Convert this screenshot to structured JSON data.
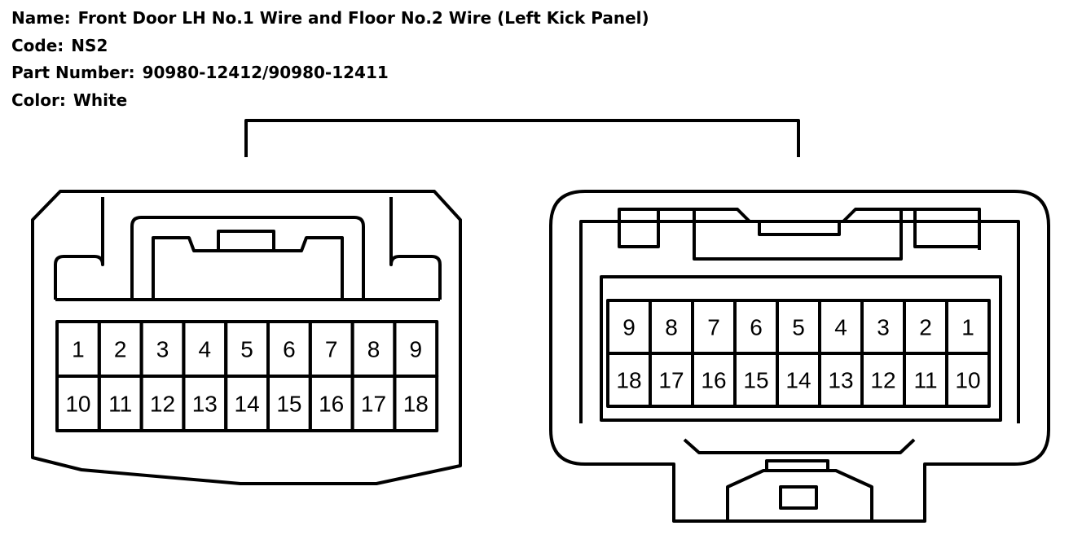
{
  "info": {
    "name_label": "Name:",
    "name_value": "Front Door LH No.1 Wire and Floor No.2 Wire (Left Kick Panel)",
    "code_label": "Code:",
    "code_value": "NS2",
    "part_label": "Part Number:",
    "part_value": "90980-12412/90980-12411",
    "color_label": "Color:",
    "color_value": "White"
  },
  "left_connector": {
    "top_row": [
      "1",
      "2",
      "3",
      "4",
      "5",
      "6",
      "7",
      "8",
      "9"
    ],
    "bottom_row": [
      "10",
      "11",
      "12",
      "13",
      "14",
      "15",
      "16",
      "17",
      "18"
    ]
  },
  "right_connector": {
    "top_row": [
      "9",
      "8",
      "7",
      "6",
      "5",
      "4",
      "3",
      "2",
      "1"
    ],
    "bottom_row": [
      "18",
      "17",
      "16",
      "15",
      "14",
      "13",
      "12",
      "11",
      "10"
    ]
  }
}
